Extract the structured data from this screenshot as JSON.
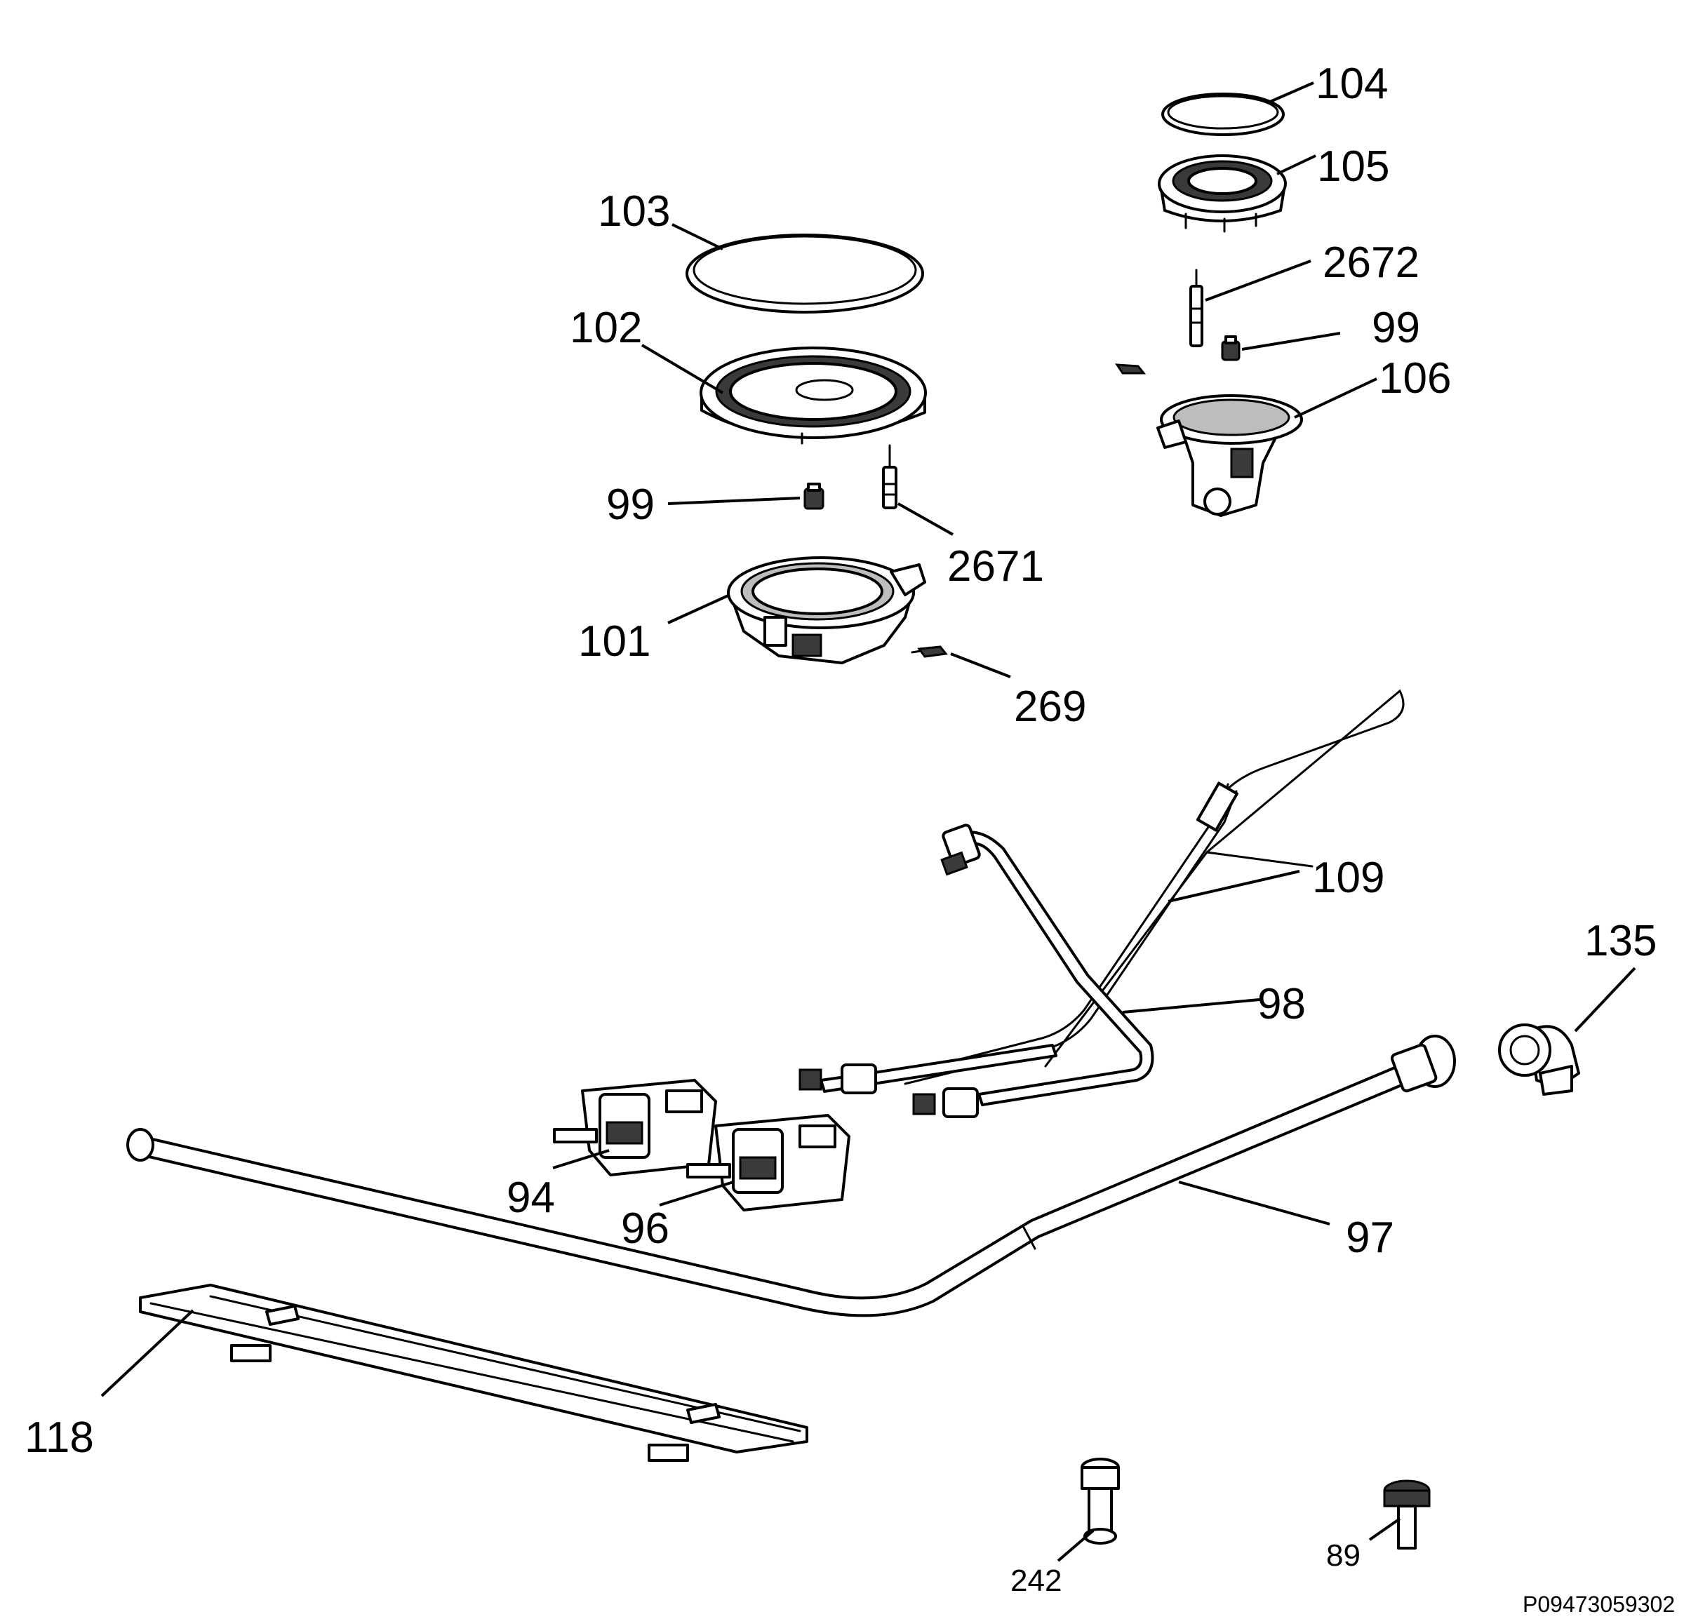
{
  "diagram": {
    "parts": [
      {
        "id": "p103",
        "label": "103"
      },
      {
        "id": "p102",
        "label": "102"
      },
      {
        "id": "p99a",
        "label": "99"
      },
      {
        "id": "p2671",
        "label": "2671"
      },
      {
        "id": "p101",
        "label": "101"
      },
      {
        "id": "p269",
        "label": "269"
      },
      {
        "id": "p104",
        "label": "104"
      },
      {
        "id": "p105",
        "label": "105"
      },
      {
        "id": "p2672",
        "label": "2672"
      },
      {
        "id": "p99b",
        "label": "99"
      },
      {
        "id": "p106",
        "label": "106"
      },
      {
        "id": "p109",
        "label": "109"
      },
      {
        "id": "p98",
        "label": "98"
      },
      {
        "id": "p135",
        "label": "135"
      },
      {
        "id": "p97",
        "label": "97"
      },
      {
        "id": "p94",
        "label": "94"
      },
      {
        "id": "p96",
        "label": "96"
      },
      {
        "id": "p118",
        "label": "118"
      },
      {
        "id": "p242",
        "label": "242"
      },
      {
        "id": "p89",
        "label": "89"
      }
    ],
    "drawing_id": "P09473059302"
  }
}
